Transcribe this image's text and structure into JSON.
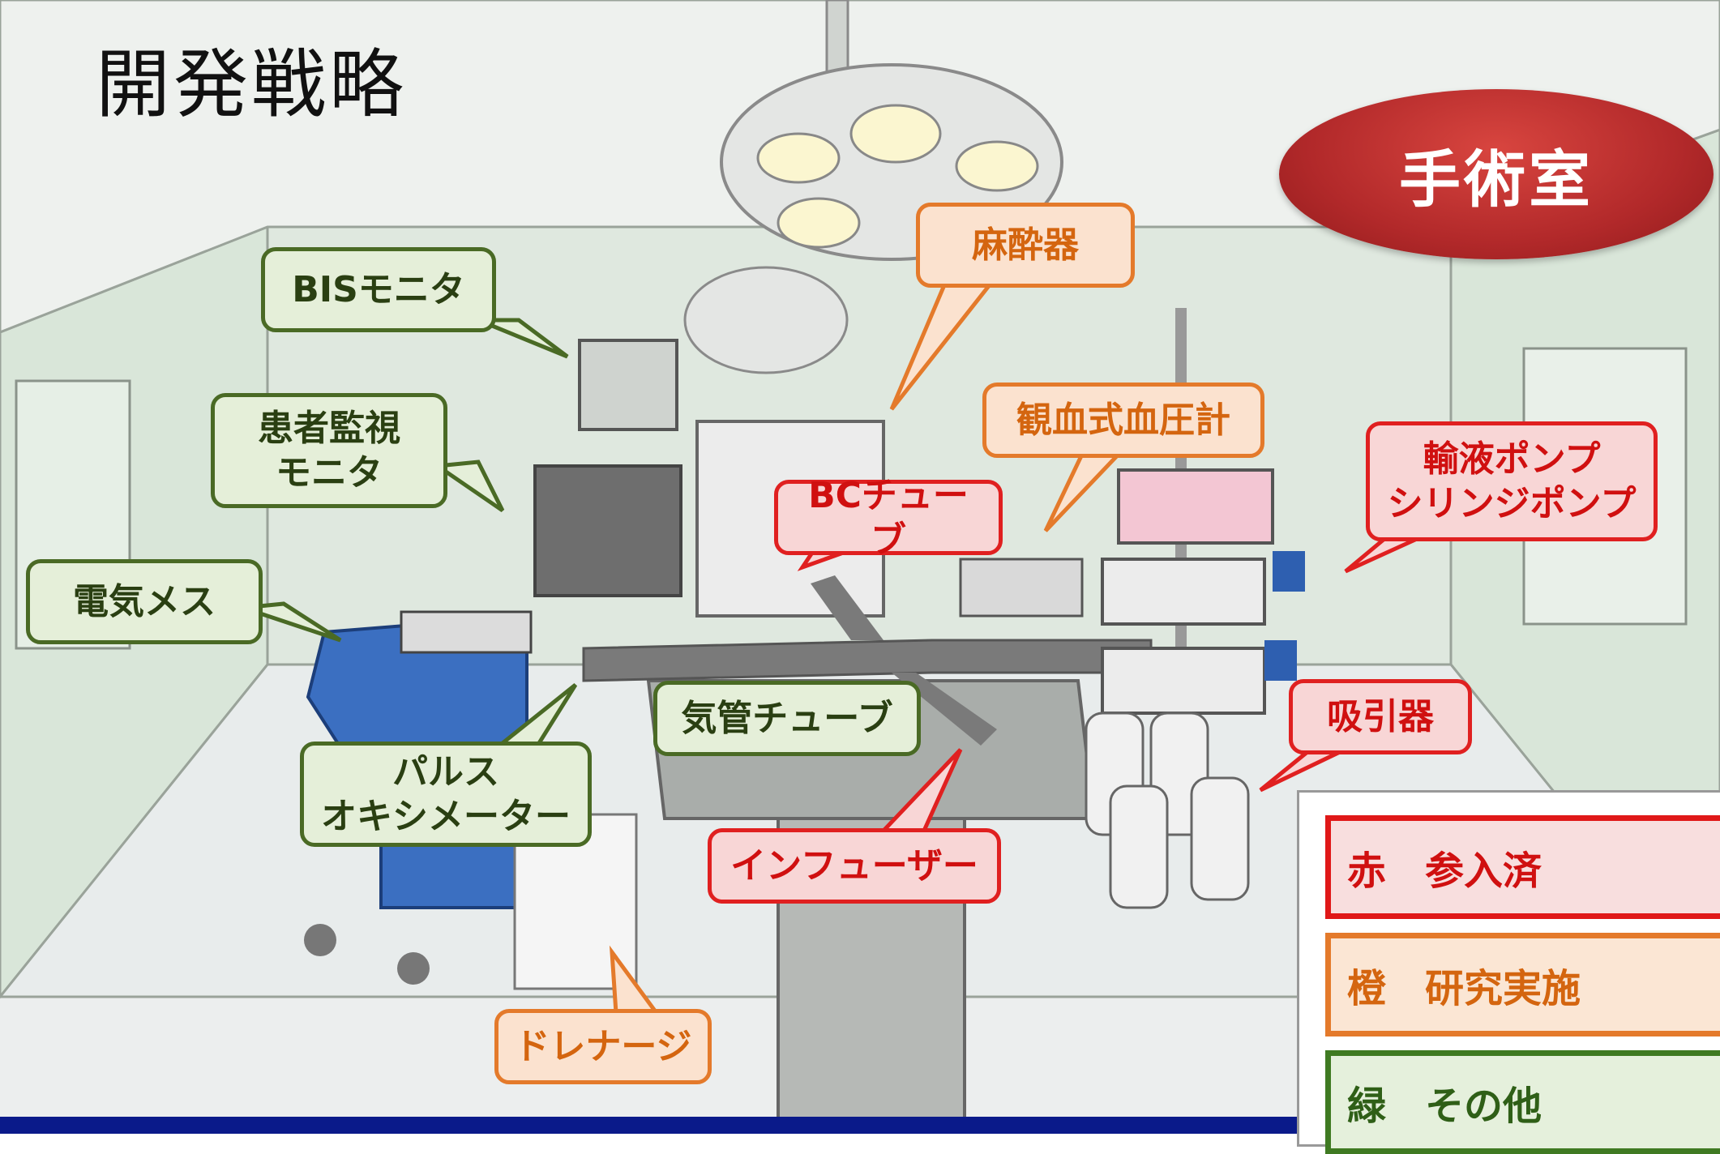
{
  "title": "開発戦略",
  "badge": "手術室",
  "labels": {
    "bis_monitor": "BISモニタ",
    "patient_monitor_1": "患者監視",
    "patient_monitor_2": "モニタ",
    "electrosurgical": "電気メス",
    "anesthesia_machine": "麻酔器",
    "bc_tube": "BCチューブ",
    "invasive_bp": "観血式血圧計",
    "infusion_pump_1": "輸液ポンプ",
    "infusion_pump_2": "シリンジポンプ",
    "tracheal_tube": "気管チューブ",
    "pulse_oximeter_1": "パルス",
    "pulse_oximeter_2": "オキシメーター",
    "suction": "吸引器",
    "infuser": "インフューザー",
    "drainage": "ドレナージ"
  },
  "legend": {
    "red": "赤　参入済",
    "orange": "橙　研究実施",
    "green": "緑　その他"
  },
  "colors": {
    "green_border": "#4a6a25",
    "orange_border": "#e47a2b",
    "red_border": "#e02020",
    "badge": "#b2292a",
    "footer": "#0a1a8a"
  }
}
